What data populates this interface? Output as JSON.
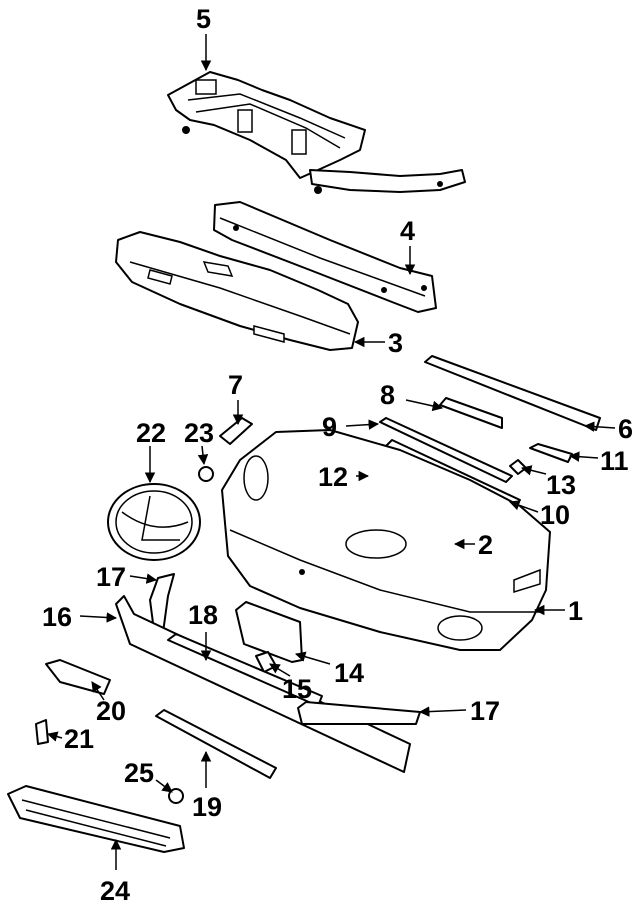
{
  "callouts": [
    {
      "id": "1",
      "label": "1"
    },
    {
      "id": "2",
      "label": "2"
    },
    {
      "id": "3",
      "label": "3"
    },
    {
      "id": "4",
      "label": "4"
    },
    {
      "id": "5",
      "label": "5"
    },
    {
      "id": "6",
      "label": "6"
    },
    {
      "id": "7",
      "label": "7"
    },
    {
      "id": "8",
      "label": "8"
    },
    {
      "id": "9",
      "label": "9"
    },
    {
      "id": "10",
      "label": "10"
    },
    {
      "id": "11",
      "label": "11"
    },
    {
      "id": "12",
      "label": "12"
    },
    {
      "id": "13",
      "label": "13"
    },
    {
      "id": "14",
      "label": "14"
    },
    {
      "id": "15",
      "label": "15"
    },
    {
      "id": "16",
      "label": "16"
    },
    {
      "id": "17a",
      "label": "17"
    },
    {
      "id": "17b",
      "label": "17"
    },
    {
      "id": "18",
      "label": "18"
    },
    {
      "id": "19",
      "label": "19"
    },
    {
      "id": "20",
      "label": "20"
    },
    {
      "id": "21",
      "label": "21"
    },
    {
      "id": "22",
      "label": "22"
    },
    {
      "id": "23",
      "label": "23"
    },
    {
      "id": "24",
      "label": "24"
    },
    {
      "id": "25",
      "label": "25"
    }
  ]
}
